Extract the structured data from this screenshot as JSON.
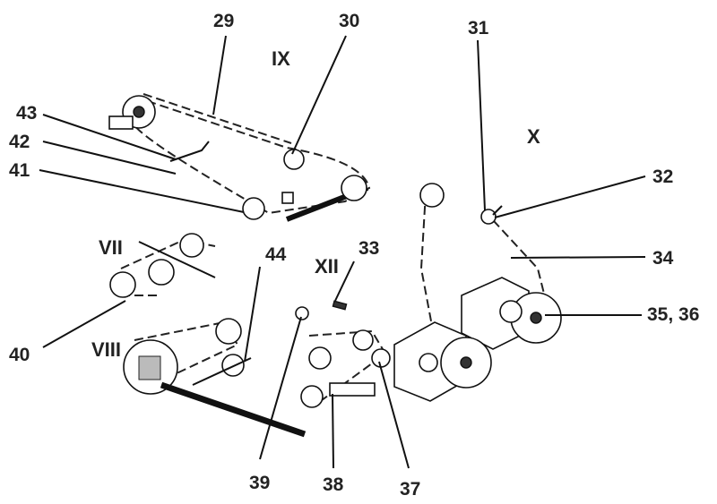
{
  "groups": {
    "vii": "VII",
    "viii": "VIII",
    "ix": "IX",
    "x": "X",
    "xii": "XII"
  },
  "callouts": {
    "c29": "29",
    "c30": "30",
    "c31": "31",
    "c32": "32",
    "c33": "33",
    "c34": "34",
    "c35_36": "35, 36",
    "c37": "37",
    "c38": "38",
    "c39": "39",
    "c40": "40",
    "c41": "41",
    "c42": "42",
    "c43": "43",
    "c44": "44"
  }
}
